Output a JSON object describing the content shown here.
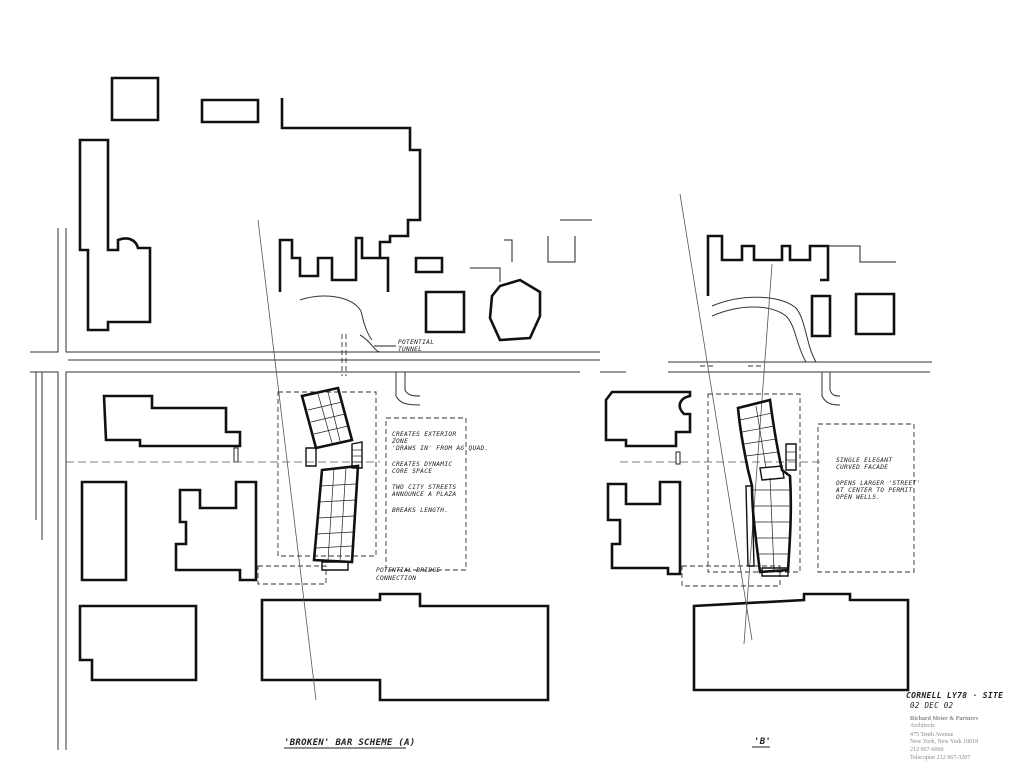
{
  "sheet": {
    "title_block": {
      "project": "CORNELL LY78 · SITE",
      "date": "02 DEC 02",
      "firm_stamp": [
        "Richard Meier & Partners",
        "Architects",
        "475 Tenth Avenue",
        "New York, New York 10018",
        "212 967-6060",
        "Telecopier 212 967-3207"
      ]
    },
    "scheme_a": {
      "caption": "'BROKEN' BAR SCHEME (A)",
      "label_tunnel": [
        "POTENTIAL",
        "TUNNEL"
      ],
      "label_bridge": [
        "POTENTIAL BRIDGE",
        "CONNECTION"
      ],
      "notes": [
        "CREATES EXTERIOR",
        "ZONE",
        "'DRAWS IN' FROM AG QUAD.",
        "",
        "CREATES DYNAMIC",
        "CORE SPACE",
        "",
        "TWO CITY STREETS",
        "ANNOUNCE A PLAZA",
        "",
        "BREAKS LENGTH."
      ]
    },
    "scheme_b": {
      "caption": "'B'",
      "notes": [
        "SINGLE ELEGANT",
        "CURVED FACADE",
        "",
        "OPENS LARGER 'STREET'",
        "AT CENTER TO PERMIT",
        "OPEN WELLS."
      ]
    }
  }
}
